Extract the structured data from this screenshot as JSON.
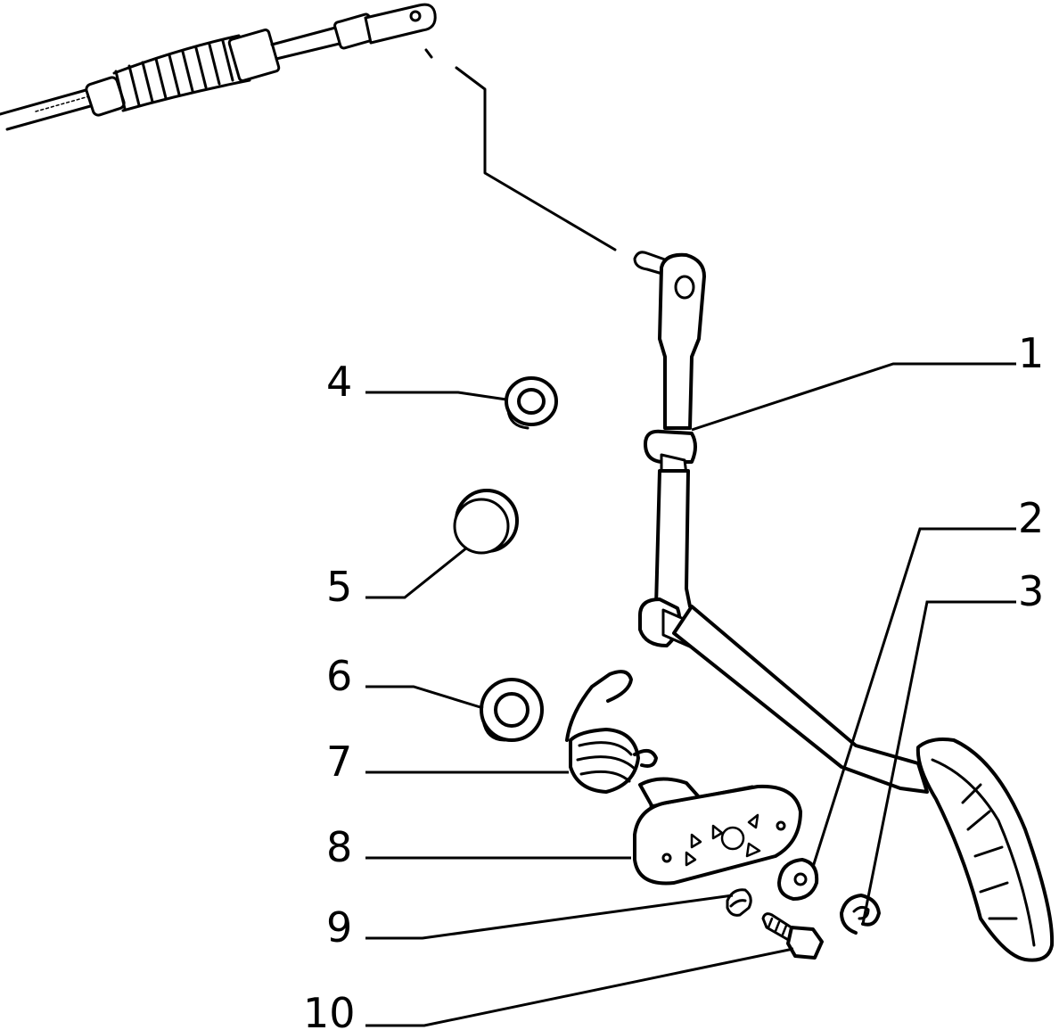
{
  "callouts": [
    {
      "id": "1",
      "label": "1",
      "part": "accelerator-pedal-lever"
    },
    {
      "id": "2",
      "label": "2",
      "part": "washer"
    },
    {
      "id": "3",
      "label": "3",
      "part": "circlip"
    },
    {
      "id": "4",
      "label": "4",
      "part": "bush"
    },
    {
      "id": "5",
      "label": "5",
      "part": "cap"
    },
    {
      "id": "6",
      "label": "6",
      "part": "bush"
    },
    {
      "id": "7",
      "label": "7",
      "part": "return-spring"
    },
    {
      "id": "8",
      "label": "8",
      "part": "pedal-bracket"
    },
    {
      "id": "9",
      "label": "9",
      "part": "clip"
    },
    {
      "id": "10",
      "label": "10",
      "part": "bolt"
    }
  ],
  "colors": {
    "ink": "#000000",
    "paper": "#ffffff"
  }
}
